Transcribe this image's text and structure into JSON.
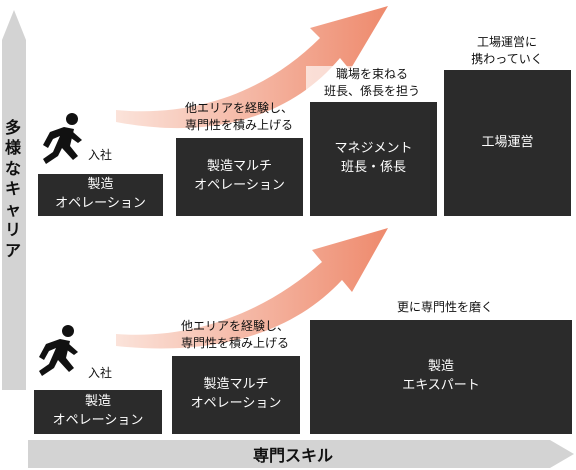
{
  "axes": {
    "y_label": "多\n様\nな\nキ\nャ\nリ\nア",
    "x_label": "専門スキル"
  },
  "upper": {
    "entry_label": "入社",
    "box1": "製造\nオペレーション",
    "box2": "製造マルチ\nオペレーション",
    "box3": "マネジメント\n班長・係長",
    "box4": "工場運営",
    "note1": "他エリアを経験し、\n専門性を積み上げる",
    "note2": "職場を束ねる\n班長、係長を担う",
    "note3": "工場運営に\n携わっていく"
  },
  "lower": {
    "entry_label": "入社",
    "box1": "製造\nオペレーション",
    "box2": "製造マルチ\nオペレーション",
    "box3": "製造\nエキスパート",
    "note1": "他エリアを経験し、\n専門性を積み上げる",
    "note2": "更に専門性を磨く"
  },
  "colors": {
    "box": "#2b2b2b",
    "arrow_light": "#f9ddd2",
    "arrow_dark": "#ee8f73",
    "axis": "#cfcfcf"
  }
}
